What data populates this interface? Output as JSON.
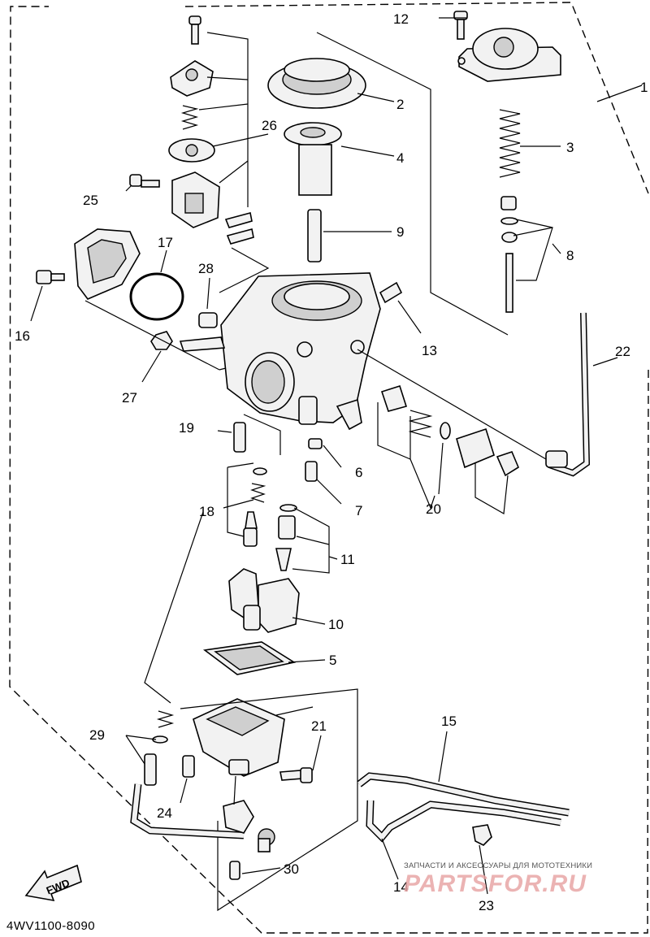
{
  "diagram_code": "4WV1100-8090",
  "fwd_label": "FWD",
  "watermark": {
    "caption": "ЗАПЧАСТИ И АКСЕССУАРЫ ДЛЯ МОТОТЕХНИКИ",
    "logo_text": "PARTSFOR.RU"
  },
  "callouts": [
    "1",
    "2",
    "3",
    "4",
    "5",
    "6",
    "7",
    "8",
    "9",
    "10",
    "11",
    "12",
    "13",
    "14",
    "15",
    "16",
    "17",
    "18",
    "19",
    "20",
    "21",
    "22",
    "23",
    "24",
    "25",
    "26",
    "27",
    "28",
    "29",
    "30"
  ]
}
